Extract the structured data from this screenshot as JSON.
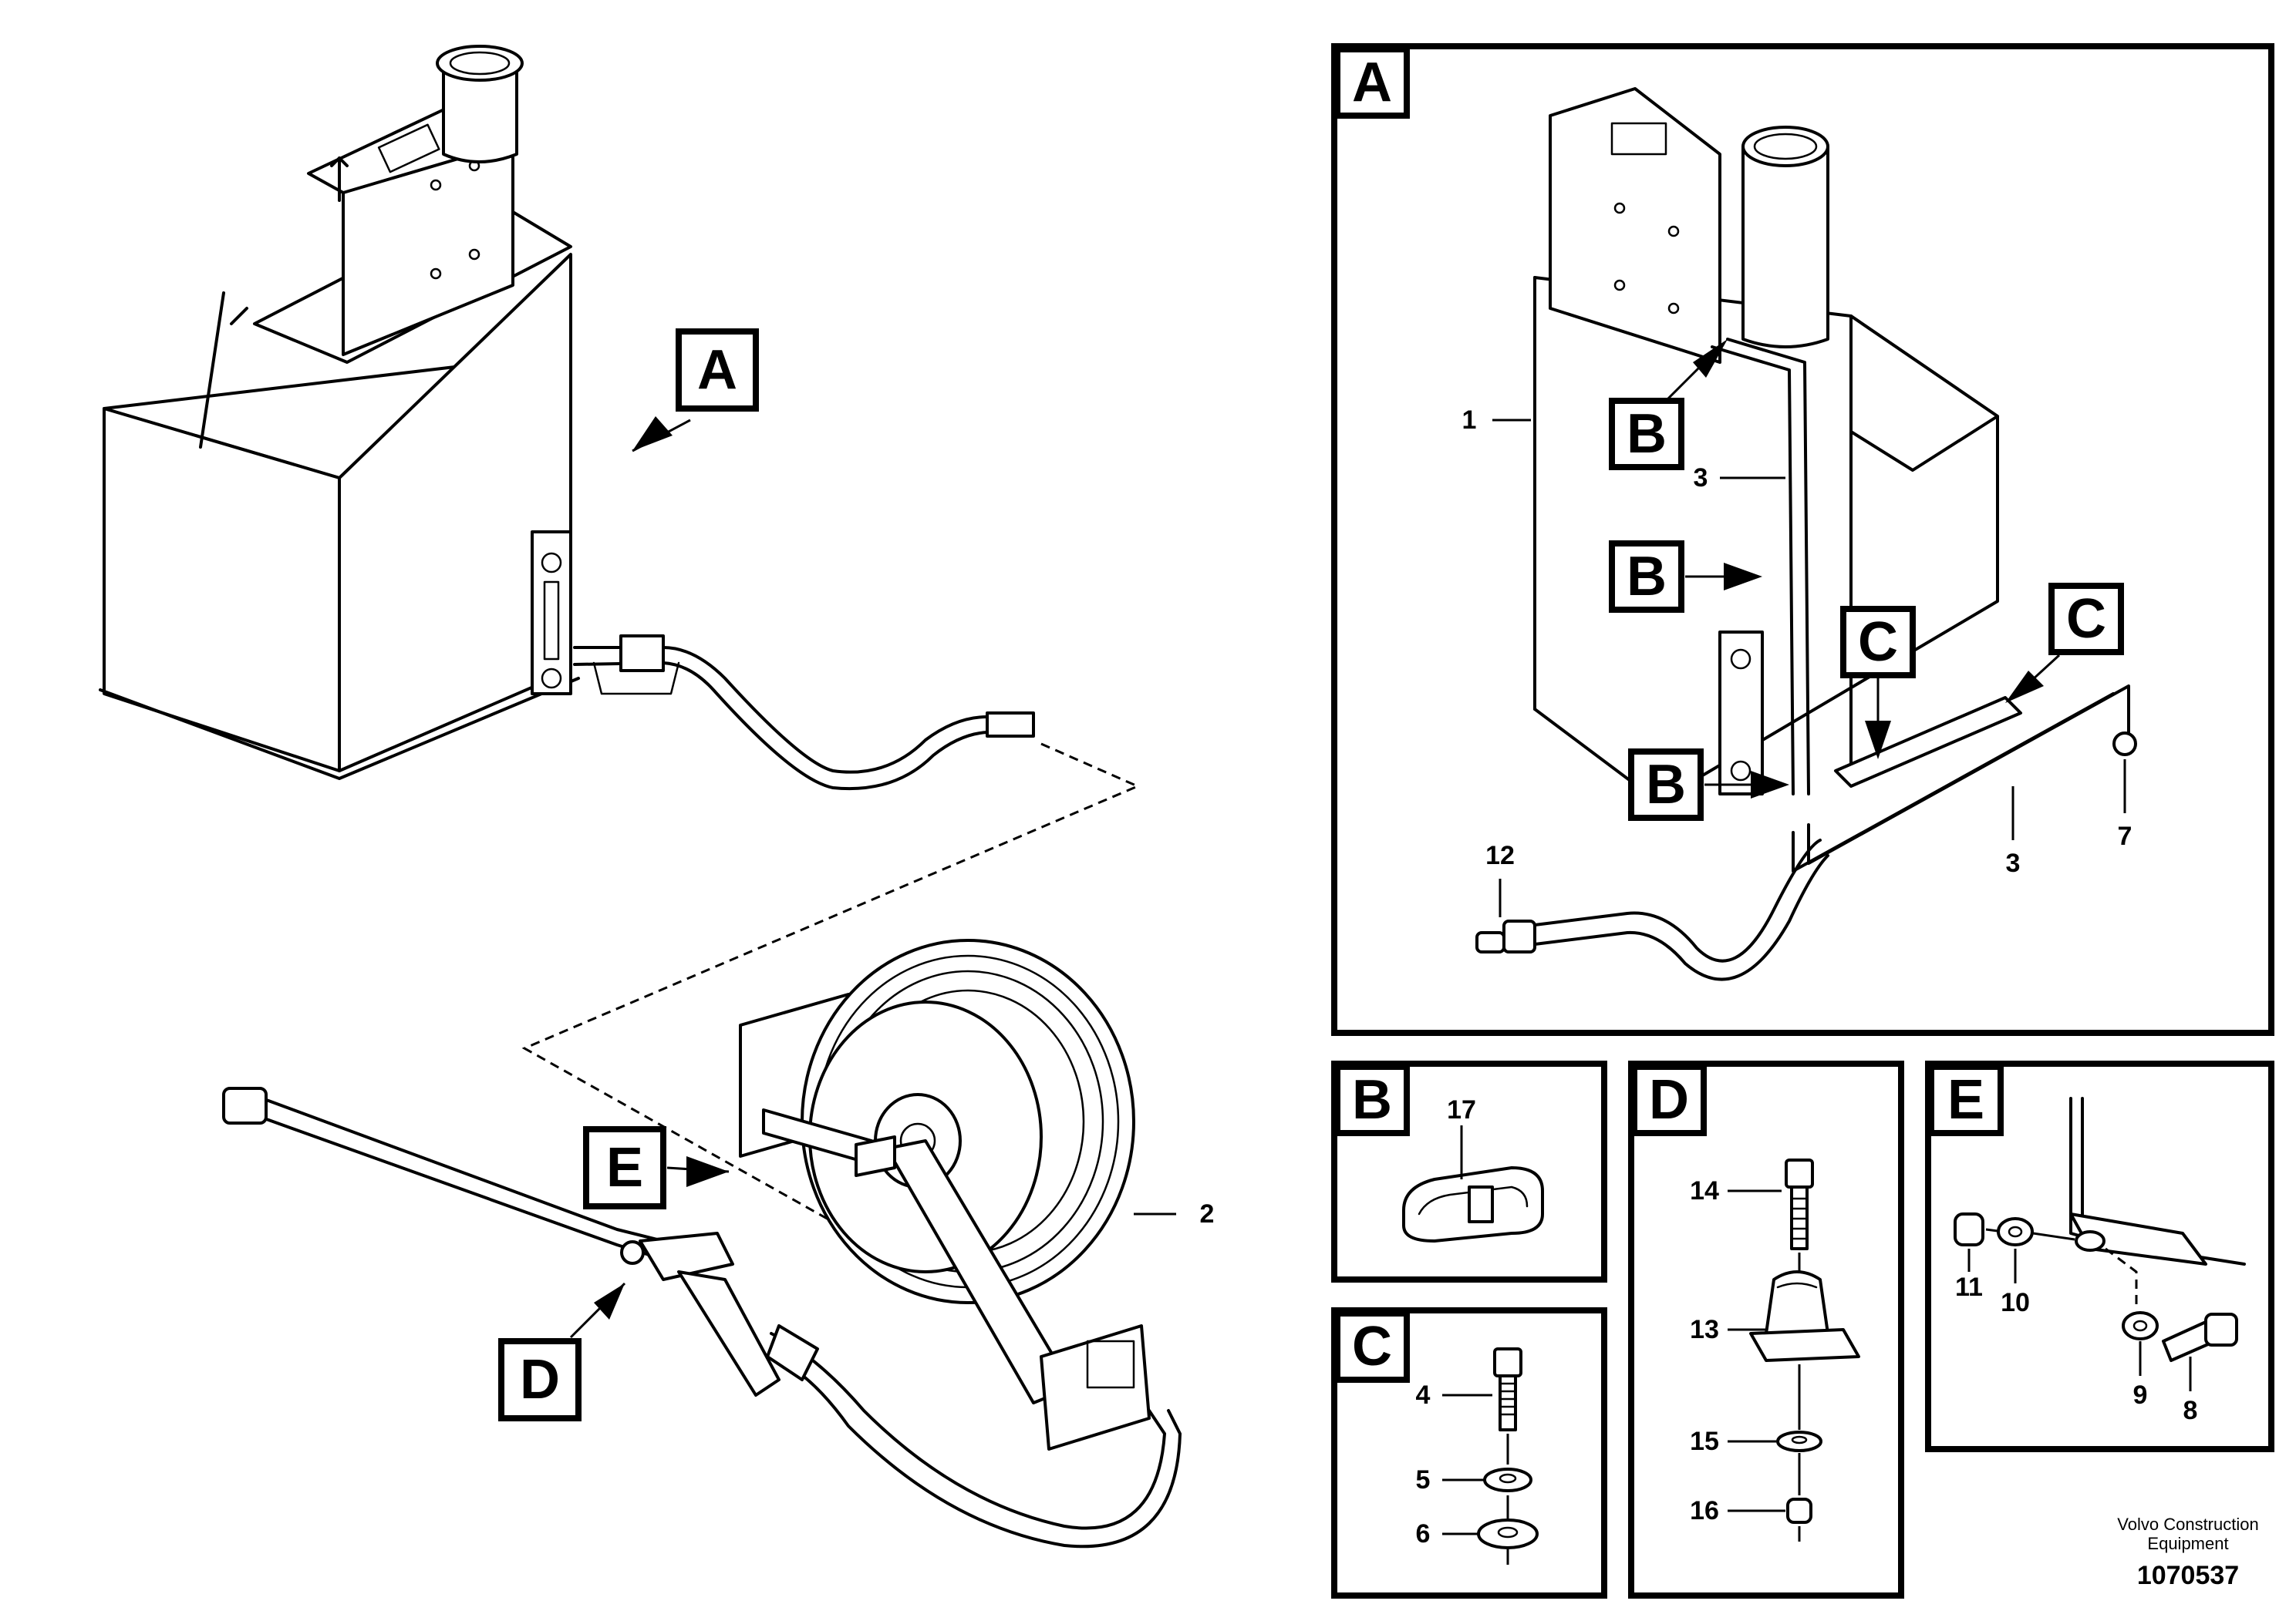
{
  "view_tags": {
    "main_a": "A",
    "main_d": "D",
    "main_e": "E",
    "panel_a": "A",
    "panel_a_b1": "B",
    "panel_a_b2": "B",
    "panel_a_b3": "B",
    "panel_a_c1": "C",
    "panel_a_c2": "C",
    "panel_b": "B",
    "panel_c": "C",
    "panel_d": "D",
    "panel_e": "E"
  },
  "part_numbers": {
    "p1": "1",
    "p2": "2",
    "p3a": "3",
    "p3b": "3",
    "p4": "4",
    "p5": "5",
    "p6": "6",
    "p7": "7",
    "p8": "8",
    "p9": "9",
    "p10": "10",
    "p11": "11",
    "p12": "12",
    "p13": "13",
    "p14": "14",
    "p15": "15",
    "p16": "16",
    "p17": "17"
  },
  "footer": {
    "brand_line1": "Volvo Construction",
    "brand_line2": "Equipment",
    "doc_number": "1070537"
  }
}
